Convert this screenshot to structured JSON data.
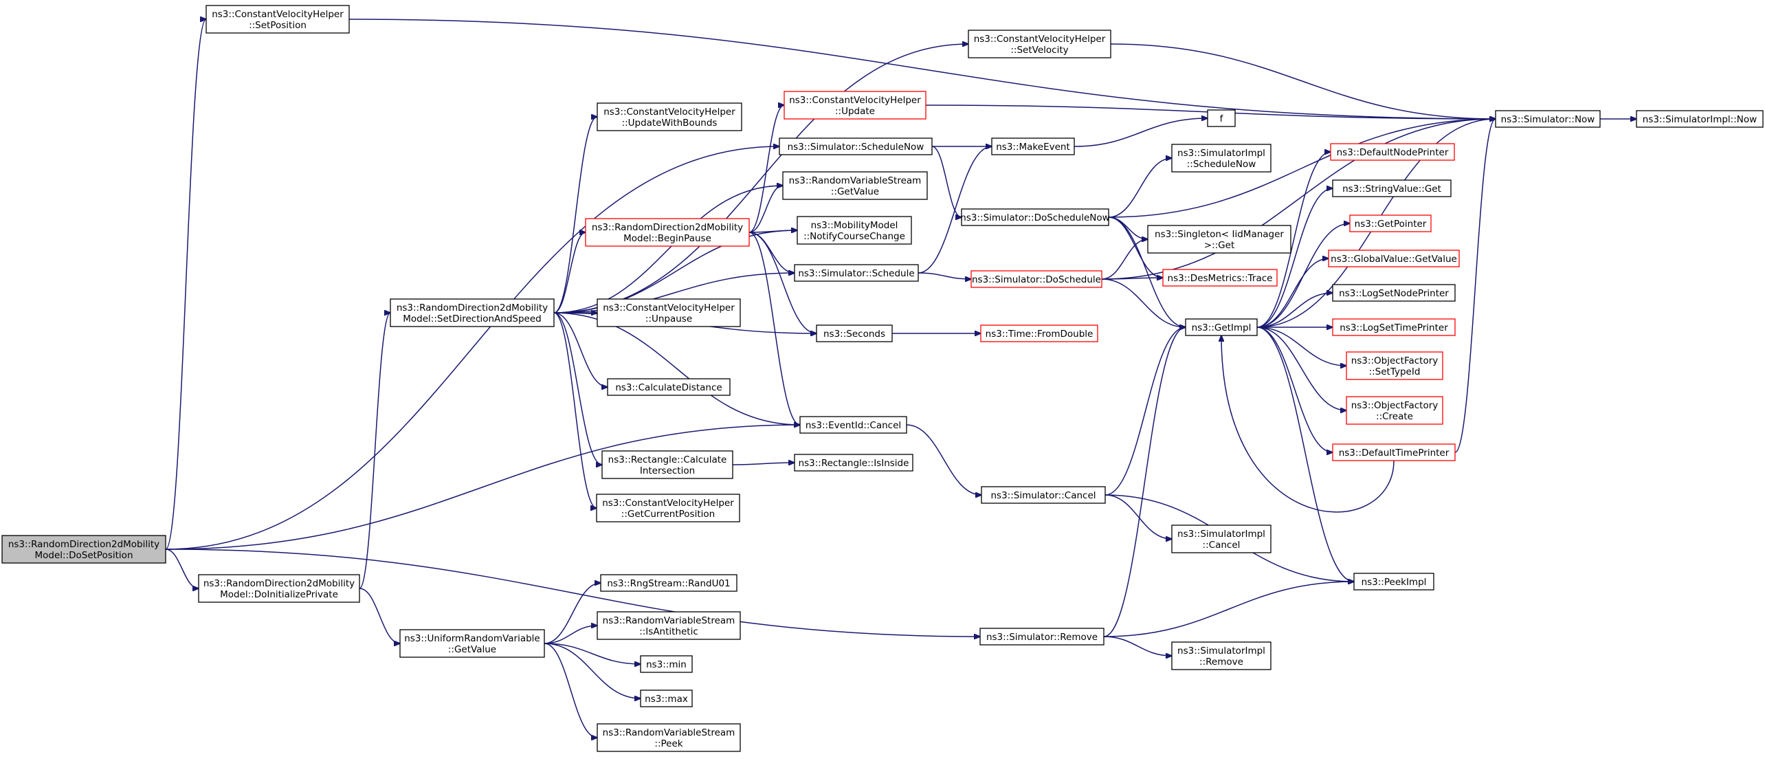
{
  "diagram": {
    "type": "call-graph",
    "root": "dosetposition",
    "colors": {
      "edge": "#191970",
      "node_border": "#000000",
      "node_border_truncated": "#ff0000",
      "root_fill": "#bfbfbf",
      "node_fill": "#ffffff"
    },
    "nodes": [
      {
        "id": "dosetposition",
        "lines": [
          "ns3::RandomDirection2dMobility",
          "Model::DoSetPosition"
        ],
        "style": "root"
      },
      {
        "id": "cvh_setposition",
        "lines": [
          "ns3::ConstantVelocityHelper",
          "::SetPosition"
        ],
        "style": "normal"
      },
      {
        "id": "doinitprivate",
        "lines": [
          "ns3::RandomDirection2dMobility",
          "Model::DoInitializePrivate"
        ],
        "style": "normal"
      },
      {
        "id": "setdirspeed",
        "lines": [
          "ns3::RandomDirection2dMobility",
          "Model::SetDirectionAndSpeed"
        ],
        "style": "normal"
      },
      {
        "id": "urv_getvalue",
        "lines": [
          "ns3::UniformRandomVariable",
          "::GetValue"
        ],
        "style": "normal"
      },
      {
        "id": "cvh_updatewb",
        "lines": [
          "ns3::ConstantVelocityHelper",
          "::UpdateWithBounds"
        ],
        "style": "normal"
      },
      {
        "id": "beginpause",
        "lines": [
          "ns3::RandomDirection2dMobility",
          "Model::BeginPause"
        ],
        "style": "red"
      },
      {
        "id": "cvh_unpause",
        "lines": [
          "ns3::ConstantVelocityHelper",
          "::Unpause"
        ],
        "style": "normal"
      },
      {
        "id": "calcdist",
        "lines": [
          "ns3::CalculateDistance"
        ],
        "style": "normal"
      },
      {
        "id": "rect_calcint",
        "lines": [
          "ns3::Rectangle::Calculate",
          "Intersection"
        ],
        "style": "normal"
      },
      {
        "id": "cvh_getcurpos",
        "lines": [
          "ns3::ConstantVelocityHelper",
          "::GetCurrentPosition"
        ],
        "style": "normal"
      },
      {
        "id": "randu01",
        "lines": [
          "ns3::RngStream::RandU01"
        ],
        "style": "normal"
      },
      {
        "id": "rvs_isanti",
        "lines": [
          "ns3::RandomVariableStream",
          "::IsAntithetic"
        ],
        "style": "normal"
      },
      {
        "id": "min",
        "lines": [
          "ns3::min"
        ],
        "style": "normal"
      },
      {
        "id": "max",
        "lines": [
          "ns3::max"
        ],
        "style": "normal"
      },
      {
        "id": "rvs_peek",
        "lines": [
          "ns3::RandomVariableStream",
          "::Peek"
        ],
        "style": "normal"
      },
      {
        "id": "cvh_update",
        "lines": [
          "ns3::ConstantVelocityHelper",
          "::Update"
        ],
        "style": "red"
      },
      {
        "id": "sim_schedulenow",
        "lines": [
          "ns3::Simulator::ScheduleNow"
        ],
        "style": "normal"
      },
      {
        "id": "rvs_getvalue",
        "lines": [
          "ns3::RandomVariableStream",
          "::GetValue"
        ],
        "style": "normal"
      },
      {
        "id": "mm_notify",
        "lines": [
          "ns3::MobilityModel",
          "::NotifyCourseChange"
        ],
        "style": "normal"
      },
      {
        "id": "sim_schedule",
        "lines": [
          "ns3::Simulator::Schedule"
        ],
        "style": "normal"
      },
      {
        "id": "seconds",
        "lines": [
          "ns3::Seconds"
        ],
        "style": "normal"
      },
      {
        "id": "eventid_cancel",
        "lines": [
          "ns3::EventId::Cancel"
        ],
        "style": "normal"
      },
      {
        "id": "rect_isinside",
        "lines": [
          "ns3::Rectangle::IsInside"
        ],
        "style": "normal"
      },
      {
        "id": "cvh_setvelocity",
        "lines": [
          "ns3::ConstantVelocityHelper",
          "::SetVelocity"
        ],
        "style": "normal"
      },
      {
        "id": "makeevent",
        "lines": [
          "ns3::MakeEvent"
        ],
        "style": "normal"
      },
      {
        "id": "sim_doschedulenow",
        "lines": [
          "ns3::Simulator::DoScheduleNow"
        ],
        "style": "normal"
      },
      {
        "id": "sim_doschedule",
        "lines": [
          "ns3::Simulator::DoSchedule"
        ],
        "style": "red"
      },
      {
        "id": "time_fromdouble",
        "lines": [
          "ns3::Time::FromDouble"
        ],
        "style": "red"
      },
      {
        "id": "sim_cancel",
        "lines": [
          "ns3::Simulator::Cancel"
        ],
        "style": "normal"
      },
      {
        "id": "sim_remove",
        "lines": [
          "ns3::Simulator::Remove"
        ],
        "style": "normal"
      },
      {
        "id": "f",
        "lines": [
          "f"
        ],
        "style": "normal"
      },
      {
        "id": "simimpl_schednow",
        "lines": [
          "ns3::SimulatorImpl",
          "::ScheduleNow"
        ],
        "style": "normal"
      },
      {
        "id": "singleton_get",
        "lines": [
          "ns3::Singleton< IidManager",
          ">::Get"
        ],
        "style": "normal"
      },
      {
        "id": "desmetrics_trace",
        "lines": [
          "ns3::DesMetrics::Trace"
        ],
        "style": "red"
      },
      {
        "id": "getimpl",
        "lines": [
          "ns3::GetImpl"
        ],
        "style": "normal"
      },
      {
        "id": "simimpl_cancel",
        "lines": [
          "ns3::SimulatorImpl",
          "::Cancel"
        ],
        "style": "normal"
      },
      {
        "id": "simimpl_remove",
        "lines": [
          "ns3::SimulatorImpl",
          "::Remove"
        ],
        "style": "normal"
      },
      {
        "id": "sim_now",
        "lines": [
          "ns3::Simulator::Now"
        ],
        "style": "normal"
      },
      {
        "id": "simimpl_now",
        "lines": [
          "ns3::SimulatorImpl::Now"
        ],
        "style": "normal"
      },
      {
        "id": "defaultnodeprinter",
        "lines": [
          "ns3::DefaultNodePrinter"
        ],
        "style": "red"
      },
      {
        "id": "stringvalue_get",
        "lines": [
          "ns3::StringValue::Get"
        ],
        "style": "normal"
      },
      {
        "id": "getpointer",
        "lines": [
          "ns3::GetPointer"
        ],
        "style": "red"
      },
      {
        "id": "globalvalue_getvalue",
        "lines": [
          "ns3::GlobalValue::GetValue"
        ],
        "style": "red"
      },
      {
        "id": "logsetnodeprinter",
        "lines": [
          "ns3::LogSetNodePrinter"
        ],
        "style": "normal"
      },
      {
        "id": "logsettimeprinter",
        "lines": [
          "ns3::LogSetTimePrinter"
        ],
        "style": "red"
      },
      {
        "id": "of_settypeid",
        "lines": [
          "ns3::ObjectFactory",
          "::SetTypeId"
        ],
        "style": "red"
      },
      {
        "id": "of_create",
        "lines": [
          "ns3::ObjectFactory",
          "::Create"
        ],
        "style": "red"
      },
      {
        "id": "defaulttimeprinter",
        "lines": [
          "ns3::DefaultTimePrinter"
        ],
        "style": "red"
      },
      {
        "id": "peekimpl",
        "lines": [
          "ns3::PeekImpl"
        ],
        "style": "normal"
      }
    ],
    "edges": [
      [
        "dosetposition",
        "cvh_setposition"
      ],
      [
        "dosetposition",
        "doinitprivate"
      ],
      [
        "dosetposition",
        "sim_schedulenow"
      ],
      [
        "dosetposition",
        "eventid_cancel"
      ],
      [
        "dosetposition",
        "sim_remove"
      ],
      [
        "doinitprivate",
        "setdirspeed"
      ],
      [
        "doinitprivate",
        "urv_getvalue"
      ],
      [
        "setdirspeed",
        "cvh_setvelocity"
      ],
      [
        "setdirspeed",
        "cvh_updatewb"
      ],
      [
        "setdirspeed",
        "beginpause"
      ],
      [
        "setdirspeed",
        "rvs_getvalue"
      ],
      [
        "setdirspeed",
        "mm_notify"
      ],
      [
        "setdirspeed",
        "sim_schedule"
      ],
      [
        "setdirspeed",
        "cvh_unpause"
      ],
      [
        "setdirspeed",
        "seconds"
      ],
      [
        "setdirspeed",
        "calcdist"
      ],
      [
        "setdirspeed",
        "eventid_cancel"
      ],
      [
        "setdirspeed",
        "rect_calcint"
      ],
      [
        "setdirspeed",
        "cvh_getcurpos"
      ],
      [
        "urv_getvalue",
        "randu01"
      ],
      [
        "urv_getvalue",
        "rvs_isanti"
      ],
      [
        "urv_getvalue",
        "min"
      ],
      [
        "urv_getvalue",
        "max"
      ],
      [
        "urv_getvalue",
        "rvs_peek"
      ],
      [
        "beginpause",
        "cvh_update"
      ],
      [
        "beginpause",
        "rvs_getvalue"
      ],
      [
        "beginpause",
        "mm_notify"
      ],
      [
        "beginpause",
        "sim_schedule"
      ],
      [
        "beginpause",
        "seconds"
      ],
      [
        "beginpause",
        "eventid_cancel"
      ],
      [
        "cvh_setposition",
        "sim_now"
      ],
      [
        "cvh_setvelocity",
        "sim_now"
      ],
      [
        "cvh_update",
        "sim_now"
      ],
      [
        "sim_schedulenow",
        "makeevent"
      ],
      [
        "sim_schedulenow",
        "sim_doschedulenow"
      ],
      [
        "sim_schedule",
        "makeevent"
      ],
      [
        "sim_schedule",
        "sim_doschedule"
      ],
      [
        "seconds",
        "time_fromdouble"
      ],
      [
        "rect_calcint",
        "rect_isinside"
      ],
      [
        "eventid_cancel",
        "sim_cancel"
      ],
      [
        "makeevent",
        "f"
      ],
      [
        "sim_doschedulenow",
        "simimpl_schednow"
      ],
      [
        "sim_doschedulenow",
        "singleton_get"
      ],
      [
        "sim_doschedulenow",
        "desmetrics_trace"
      ],
      [
        "sim_doschedulenow",
        "getimpl"
      ],
      [
        "sim_doschedulenow",
        "sim_now"
      ],
      [
        "sim_doschedule",
        "singleton_get"
      ],
      [
        "sim_doschedule",
        "desmetrics_trace"
      ],
      [
        "sim_doschedule",
        "getimpl"
      ],
      [
        "sim_doschedule",
        "sim_now"
      ],
      [
        "sim_cancel",
        "getimpl"
      ],
      [
        "sim_cancel",
        "simimpl_cancel"
      ],
      [
        "sim_cancel",
        "peekimpl"
      ],
      [
        "sim_remove",
        "getimpl"
      ],
      [
        "sim_remove",
        "simimpl_remove"
      ],
      [
        "sim_remove",
        "peekimpl"
      ],
      [
        "getimpl",
        "defaultnodeprinter"
      ],
      [
        "getimpl",
        "stringvalue_get"
      ],
      [
        "getimpl",
        "getpointer"
      ],
      [
        "getimpl",
        "globalvalue_getvalue"
      ],
      [
        "getimpl",
        "logsetnodeprinter"
      ],
      [
        "getimpl",
        "logsettimeprinter"
      ],
      [
        "getimpl",
        "of_settypeid"
      ],
      [
        "getimpl",
        "of_create"
      ],
      [
        "getimpl",
        "defaulttimeprinter"
      ],
      [
        "getimpl",
        "peekimpl"
      ],
      [
        "getimpl",
        "sim_now"
      ],
      [
        "defaulttimeprinter",
        "sim_now"
      ],
      [
        "defaulttimeprinter",
        "getimpl"
      ],
      [
        "sim_now",
        "simimpl_now"
      ]
    ]
  }
}
